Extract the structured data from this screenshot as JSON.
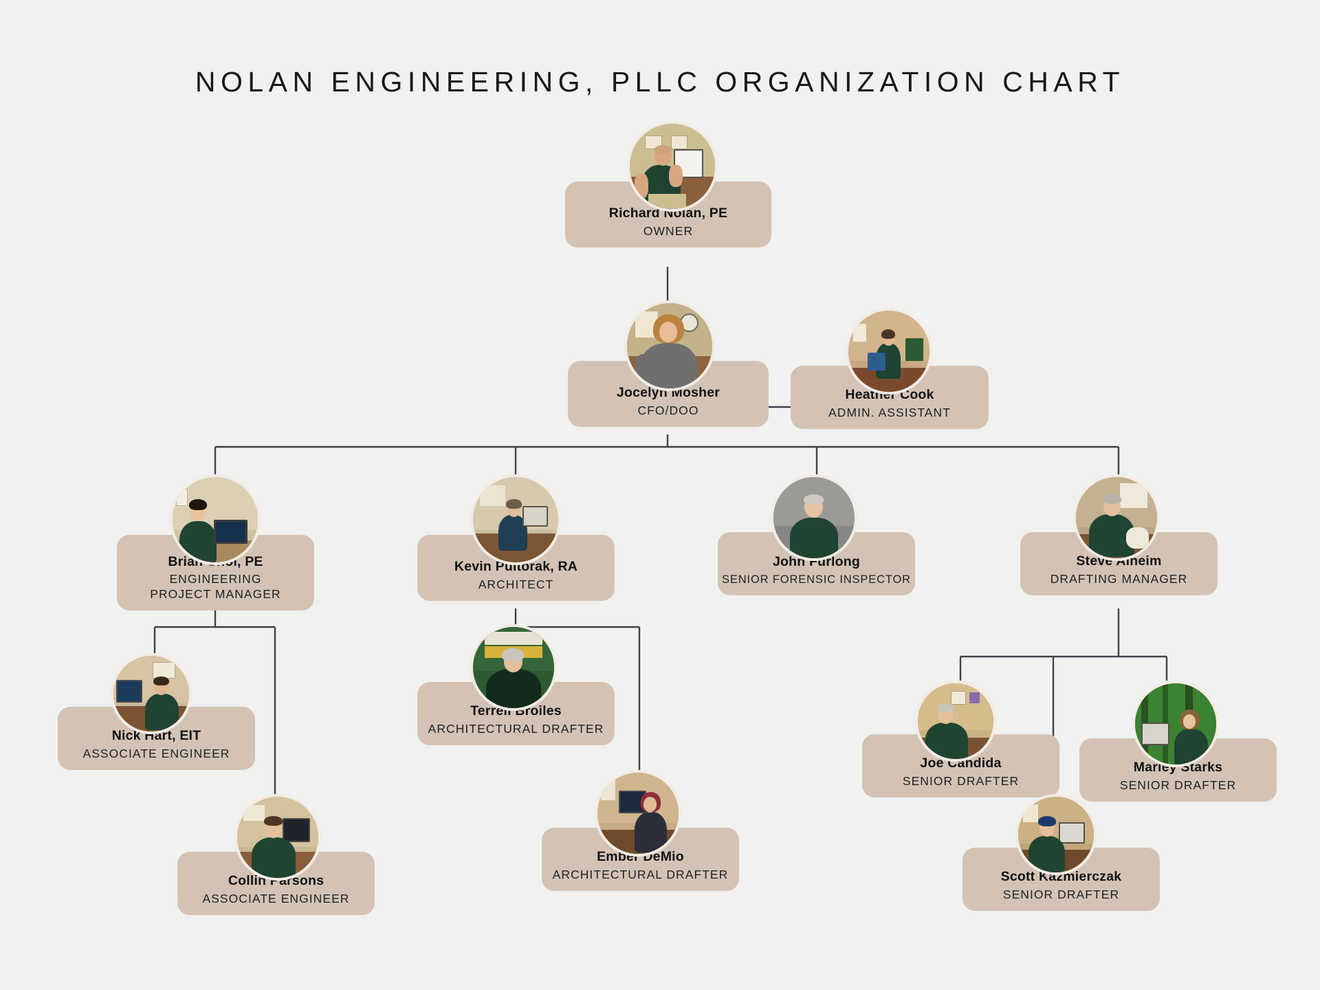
{
  "header": {
    "title": "NOLAN ENGINEERING, PLLC ORGANIZATION CHART"
  },
  "theme": {
    "page_background": "#f1f1ef",
    "card_background": "#d4c3b4",
    "card_text": "#101214",
    "connector_color": "#3d4348",
    "avatar_ring": "#f3ece5",
    "uniform_green": "#1f4432"
  },
  "org": {
    "nodes": [
      {
        "id": "richard-nolan",
        "name": "Richard Nolan, PE",
        "title": "OWNER",
        "level": 1,
        "reports_to": null
      },
      {
        "id": "jocelyn-mosher",
        "name": "Jocelyn Mosher",
        "title": "CFO/DOO",
        "level": 2,
        "reports_to": "richard-nolan"
      },
      {
        "id": "heather-cook",
        "name": "Heather Cook",
        "title": "ADMIN. ASSISTANT",
        "level": 2,
        "reports_to": "jocelyn-mosher"
      },
      {
        "id": "brian-choi",
        "name": "Brian Choi, PE",
        "title": "ENGINEERING PROJECT MANAGER",
        "level": 3,
        "reports_to": "jocelyn-mosher"
      },
      {
        "id": "kevin-pultorak",
        "name": "Kevin Pultorak, RA",
        "title": "ARCHITECT",
        "level": 3,
        "reports_to": "jocelyn-mosher"
      },
      {
        "id": "john-furlong",
        "name": "John Furlong",
        "title": "SENIOR FORENSIC INSPECTOR",
        "level": 3,
        "reports_to": "jocelyn-mosher"
      },
      {
        "id": "steve-alheim",
        "name": "Steve Alheim",
        "title": "DRAFTING MANAGER",
        "level": 3,
        "reports_to": "jocelyn-mosher"
      },
      {
        "id": "nick-hart",
        "name": "Nick Hart, EIT",
        "title": "ASSOCIATE ENGINEER",
        "level": 4,
        "reports_to": "brian-choi"
      },
      {
        "id": "collin-parsons",
        "name": "Collin Parsons",
        "title": "ASSOCIATE ENGINEER",
        "level": 4,
        "reports_to": "brian-choi"
      },
      {
        "id": "terrell-broiles",
        "name": "Terrell Broiles",
        "title": "ARCHITECTURAL DRAFTER",
        "level": 4,
        "reports_to": "kevin-pultorak"
      },
      {
        "id": "ember-demio",
        "name": "Ember DeMio",
        "title": "ARCHITECTURAL DRAFTER",
        "level": 4,
        "reports_to": "kevin-pultorak"
      },
      {
        "id": "joe-candida",
        "name": "Joe Candida",
        "title": "SENIOR DRAFTER",
        "level": 4,
        "reports_to": "steve-alheim"
      },
      {
        "id": "marley-starks",
        "name": "Marley Starks",
        "title": "SENIOR DRAFTER",
        "level": 4,
        "reports_to": "steve-alheim"
      },
      {
        "id": "scott-kazmierczak",
        "name": "Scott Kazmierczak",
        "title": "SENIOR DRAFTER",
        "level": 4,
        "reports_to": "steve-alheim"
      }
    ]
  }
}
